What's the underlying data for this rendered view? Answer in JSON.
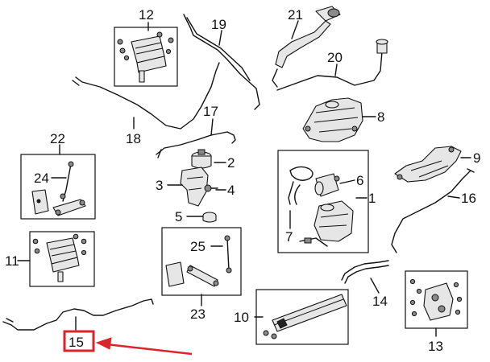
{
  "callouts": {
    "c1": "1",
    "c2": "2",
    "c3": "3",
    "c4": "4",
    "c5": "5",
    "c6": "6",
    "c7": "7",
    "c8": "8",
    "c9": "9",
    "c10": "10",
    "c11": "11",
    "c12": "12",
    "c13": "13",
    "c14": "14",
    "c15": "15",
    "c16": "16",
    "c17": "17",
    "c18": "18",
    "c19": "19",
    "c20": "20",
    "c21": "21",
    "c22": "22",
    "c23": "23",
    "c24": "24",
    "c25": "25"
  },
  "highlight": {
    "callout": "15",
    "color": "#d8262b"
  }
}
